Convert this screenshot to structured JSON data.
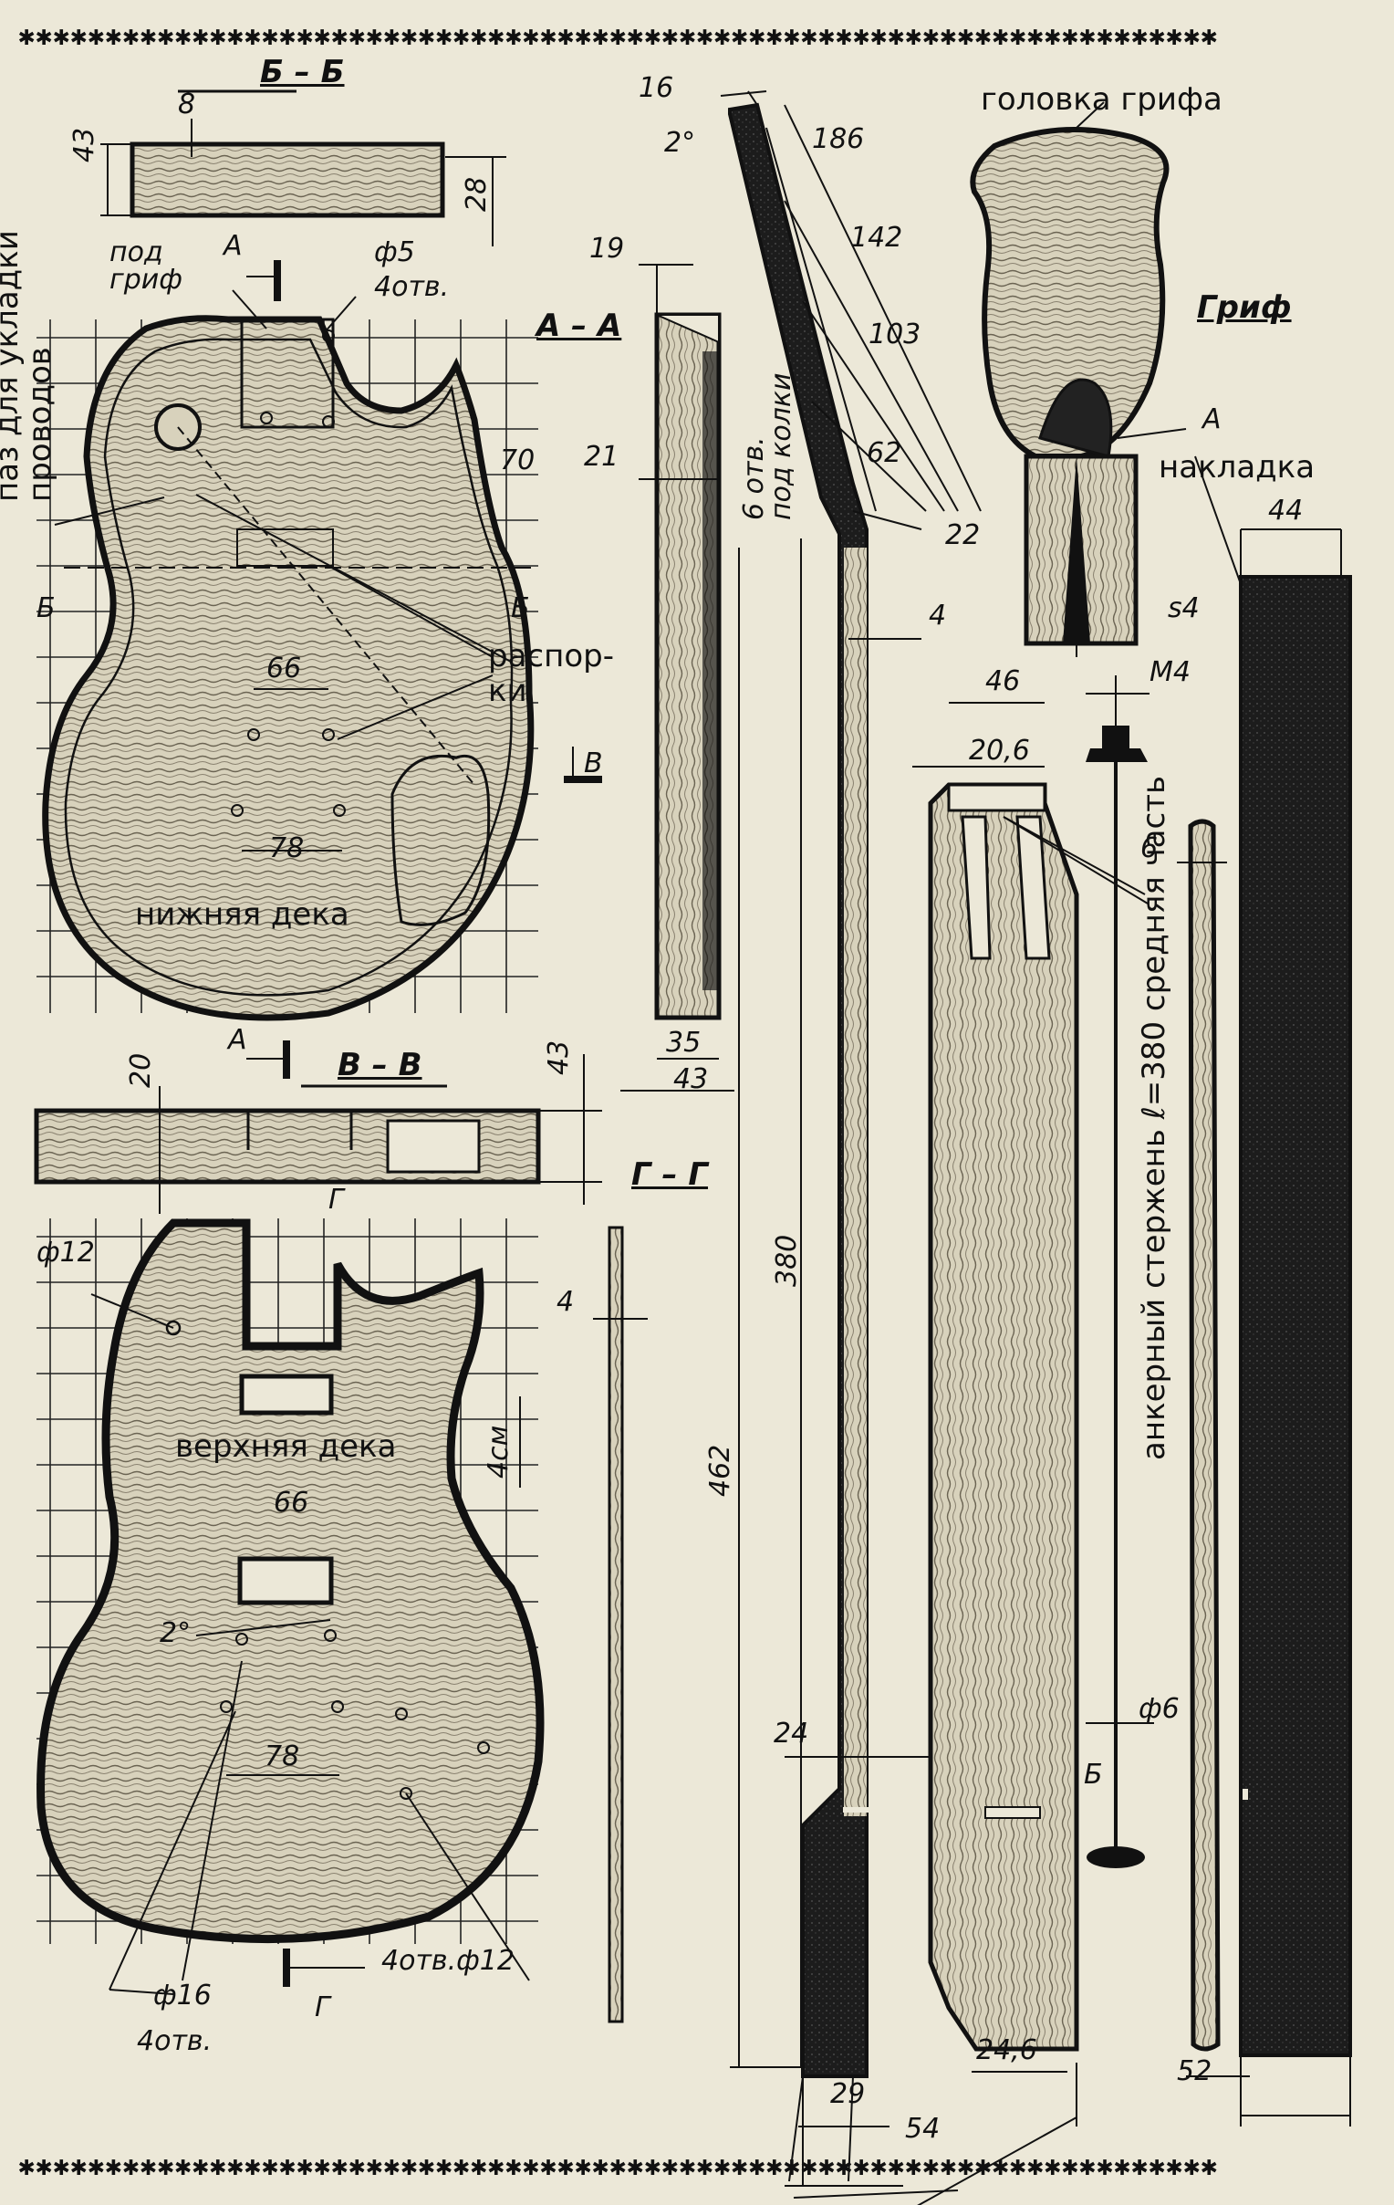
{
  "border": {
    "pattern": "✱✱✱✱✱✱✱✱✱✱✱✱✱✱✱✱✱✱✱✱✱✱✱✱✱✱✱✱✱✱✱✱✱✱✱✱✱✱✱✱✱✱✱✱✱✱✱✱✱✱✱✱✱✱✱✱✱✱✱✱✱✱✱✱✱✱✱✱✱"
  },
  "sections": {
    "bb": "Б – Б",
    "aa": "А – А",
    "vv": "В – В",
    "gg": "Г – Г"
  },
  "labels": {
    "pod_grif": "под\nгриф",
    "paz": "паз для укладки\nпроводов",
    "rasporki": "распор-\nки",
    "nizhnyaya": "нижняя дека",
    "verhnyaya": "верхняя дека",
    "golovka": "головка грифа",
    "grif": "Гриф",
    "nakladka": "накладка",
    "ankerny": "анкерный стержень ℓ=380 средняя часть",
    "six_otv": "6 отв.\nпод колки",
    "A": "А",
    "B": "Б",
    "V": "В",
    "G": "Г"
  },
  "dims": {
    "d8": "8",
    "d43a": "43",
    "d28": "28",
    "phi5": "ф5",
    "otv4a": "4отв.",
    "d70": "70",
    "d66a": "66",
    "d78a": "78",
    "d20": "20",
    "d43b": "43",
    "phi12": "ф12",
    "d4a": "4",
    "cm4": "4см",
    "d66b": "66",
    "deg2a": "2°",
    "d78b": "78",
    "otv4phi12": "4отв.ф12",
    "phi16": "ф16",
    "otv4b": "4отв.",
    "d16": "16",
    "deg2b": "2°",
    "d19": "19",
    "d21": "21",
    "d35": "35",
    "d43c": "43",
    "d186": "186",
    "d142": "142",
    "d103": "103",
    "d62": "62",
    "d22": "22",
    "d4b": "4",
    "d380": "380",
    "d462": "462",
    "d24": "24",
    "d29": "29",
    "d54": "54",
    "d46": "46",
    "d206": "20,6",
    "d246": "24,6",
    "m4": "М4",
    "d6": "6",
    "phi6": "ф6",
    "d52": "52",
    "d44": "44",
    "s4": "s4"
  }
}
